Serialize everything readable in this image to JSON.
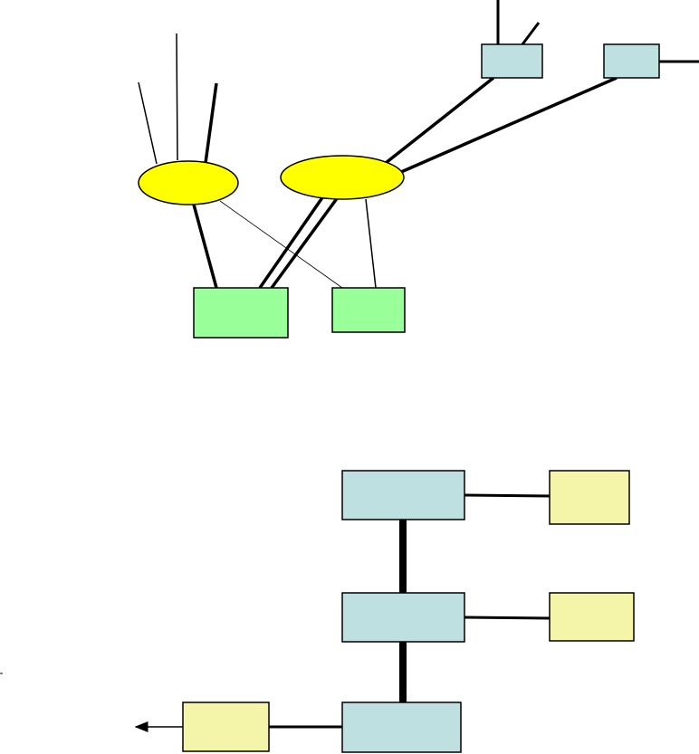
{
  "colors": {
    "background": "#ffffff",
    "stroke": "#000000",
    "ellipse_fill": "#ffff00",
    "green_fill": "#99ff99",
    "blue_fill": "#bfe0e0",
    "pale_yellow_fill": "#f5f5aa"
  },
  "diagram": {
    "upper": {
      "ellipses": [
        "node-ellipse-left",
        "node-ellipse-right"
      ],
      "green_boxes": [
        "green-box-left",
        "green-box-right"
      ],
      "blue_boxes": [
        "blue-box-top-middle",
        "blue-box-top-right"
      ]
    },
    "lower": {
      "blue_boxes": [
        "blue-box-lower-top",
        "blue-box-lower-middle",
        "blue-box-lower-bottom"
      ],
      "pale_yellow_boxes": [
        "pale-yellow-box-top",
        "pale-yellow-box-middle",
        "pale-yellow-box-left"
      ],
      "arrow_direction": "left"
    }
  }
}
